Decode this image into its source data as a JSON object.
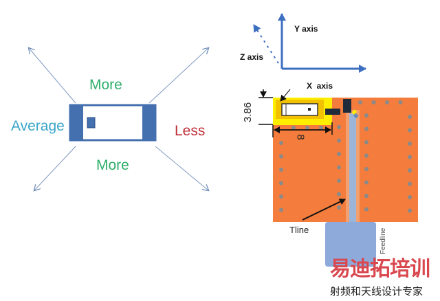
{
  "left_diagram": {
    "top_label": "More",
    "bottom_label": "More",
    "left_label": "Average",
    "right_label": "Less",
    "colors": {
      "more": "#2fae6a",
      "average": "#3aa6c8",
      "less": "#c0303a",
      "chip": "#4470b0"
    }
  },
  "right_diagram": {
    "y_axis_label": "Y axis",
    "z_axis_label": "Z axis",
    "x_axis_label": "X  axis",
    "height_dim": "3.86",
    "width_dim": "8",
    "tline_label": "Tline",
    "feedline_label": "Feedline",
    "colors": {
      "board": "#f47c3c",
      "keepout": "#ffee00",
      "tline": "#9bb4d8",
      "feed": "#8eaadb"
    }
  },
  "watermark": {
    "main": "易迪拓培训",
    "sub": "射频和天线设计专家"
  }
}
